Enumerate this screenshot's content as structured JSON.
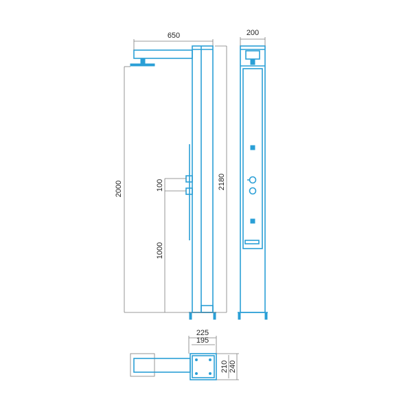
{
  "dimensions": {
    "arm_length": "650",
    "front_width": "200",
    "head_height": "2000",
    "total_height": "2180",
    "valve_spacing": "100",
    "valve_height": "1000",
    "plan_outer_width": "225",
    "plan_inner_width": "195",
    "plan_inner_depth": "210",
    "plan_outer_depth": "240"
  },
  "colors": {
    "outline": "#2a9fd6",
    "dimension_line": "#7a7a7a"
  }
}
